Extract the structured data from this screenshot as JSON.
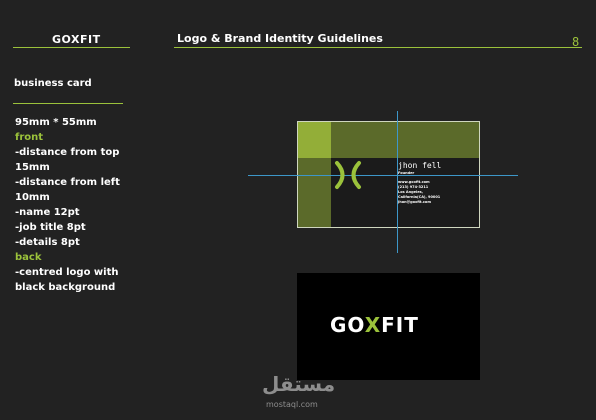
{
  "header": {
    "brand": "GOXFIT",
    "title": "Logo & Brand Identity Guidelines",
    "page_number": "8"
  },
  "sidebar": {
    "section_label": "business card",
    "specs": [
      {
        "text": "95mm * 55mm",
        "accent": false
      },
      {
        "text": "front",
        "accent": true
      },
      {
        "text": "-distance from top",
        "accent": false
      },
      {
        "text": "15mm",
        "accent": false
      },
      {
        "text": "-distance from left",
        "accent": false
      },
      {
        "text": "10mm",
        "accent": false
      },
      {
        "text": "-name 12pt",
        "accent": false
      },
      {
        "text": "-job title 8pt",
        "accent": false
      },
      {
        "text": "-details 8pt",
        "accent": false
      },
      {
        "text": "back",
        "accent": true
      },
      {
        "text": "-centred logo with",
        "accent": false
      },
      {
        "text": "black background",
        "accent": false
      }
    ]
  },
  "card_front": {
    "name": "jhon fell",
    "job_title": "Founder",
    "details": [
      "www.goxfit.com",
      "(213) 974-3211",
      "Los Angeles,",
      "California(CA), 90001",
      "jhon@goxfit.com"
    ]
  },
  "card_back": {
    "logo_left": "GO",
    "logo_x": "X",
    "logo_right": "FIT"
  },
  "watermark": {
    "arabic": "مستقل",
    "latin": "mostaql.com"
  },
  "colors": {
    "background": "#222222",
    "accent": "#9bc23b",
    "guide": "#3d97c9",
    "band": "#5b6a2a"
  },
  "icons": {
    "logo_mark": "goxfit-x-mark-icon"
  }
}
